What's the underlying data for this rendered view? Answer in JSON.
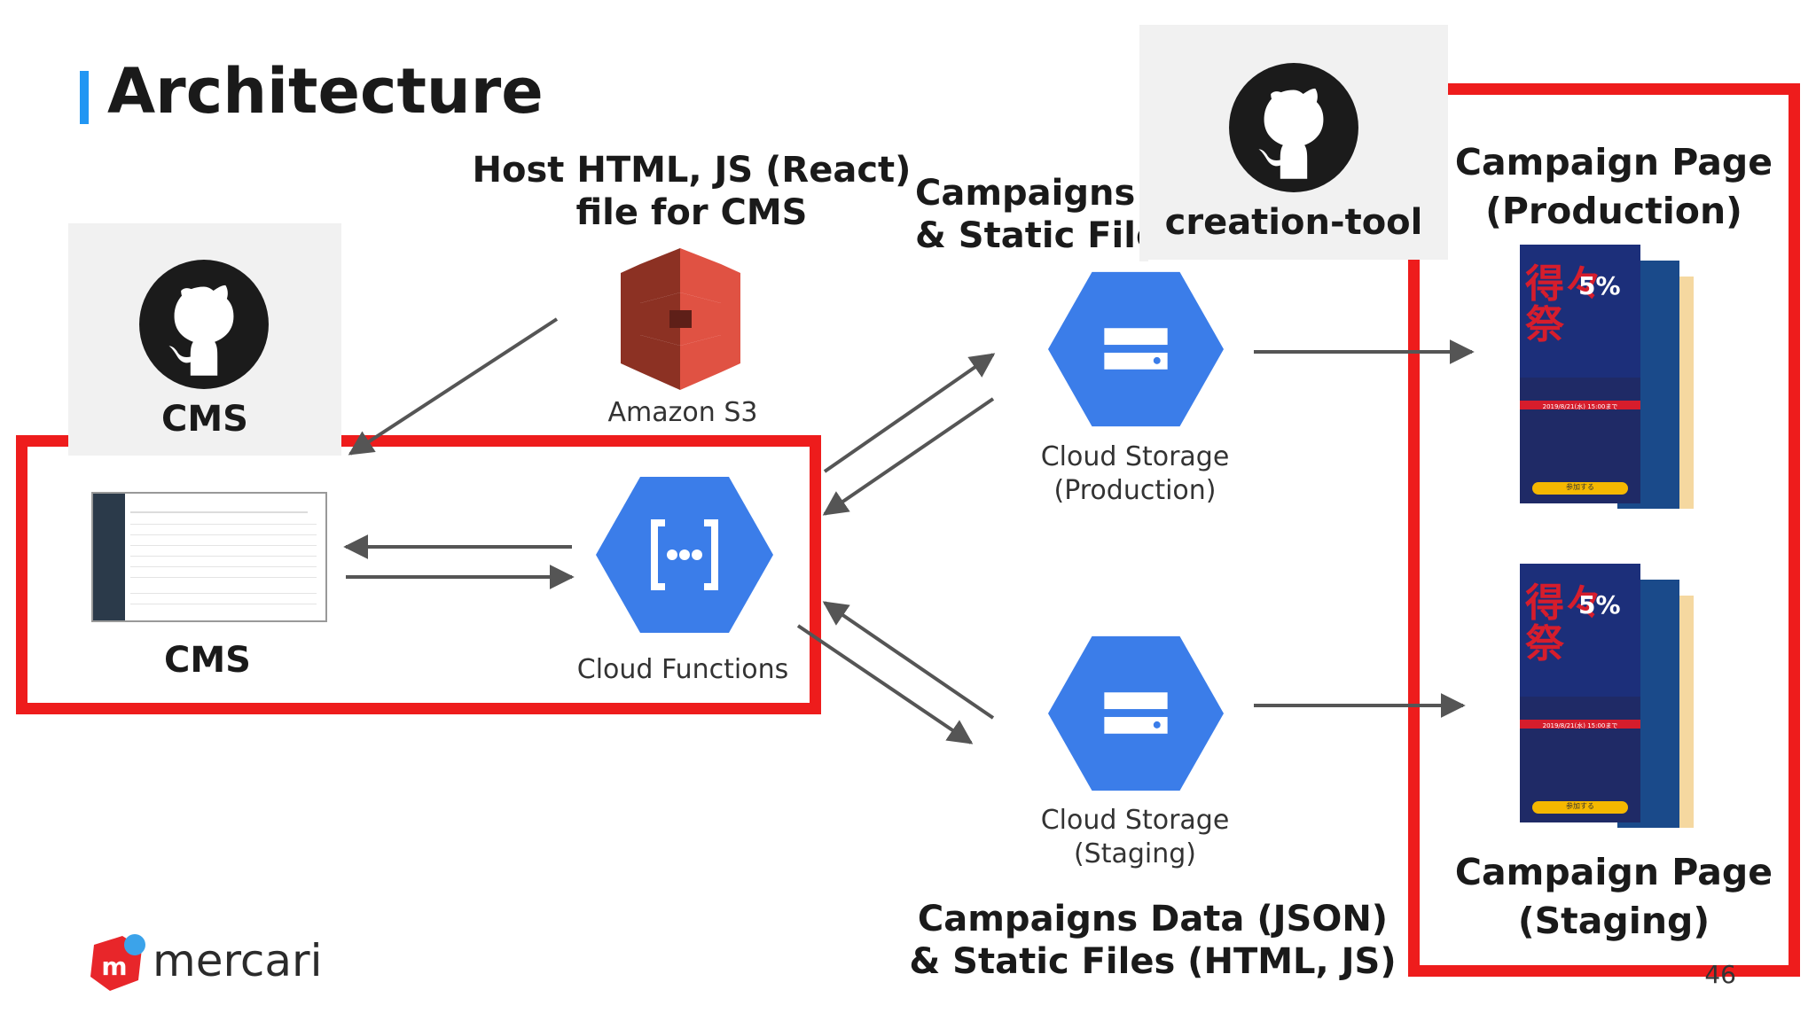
{
  "slide": {
    "title": "Architecture",
    "page_number": "46"
  },
  "cms_repo": {
    "label": "CMS"
  },
  "creation_repo": {
    "label": "creation-tool"
  },
  "s3": {
    "heading_line1": "Host HTML, JS (React)",
    "heading_line2": "file for CMS",
    "label": "Amazon S3"
  },
  "cms_app": {
    "label": "CMS"
  },
  "functions": {
    "label": "Cloud Functions"
  },
  "storage_prod": {
    "line1": "Cloud Storage",
    "line2": "(Production)"
  },
  "storage_staging": {
    "line1": "Cloud Storage",
    "line2": "(Staging)"
  },
  "top_data_heading": {
    "line1": "Campaigns I",
    "line2": "& Static Files"
  },
  "bottom_data_heading": {
    "line1": "Campaigns Data (JSON)",
    "line2": "& Static Files (HTML, JS)"
  },
  "campaign_prod": {
    "line1": "Campaign Page",
    "line2": "(Production)"
  },
  "campaign_staging": {
    "line1": "Campaign Page",
    "line2": "(Staging)"
  },
  "campaign_poster": {
    "big_text": "得々祭",
    "pct": "5%",
    "date": "2019/8/21(水) 15:00まで",
    "cta": "参加する"
  },
  "brand": {
    "logo_letter": "m",
    "name": "mercari"
  },
  "colors": {
    "accent_blue": "#2196f3",
    "frame_red": "#ee1c1c",
    "gcp_blue": "#3b7de9",
    "arrow_gray": "#555555"
  },
  "icons": [
    "github-icon",
    "amazon-s3-icon",
    "cloud-functions-icon",
    "cloud-storage-icon",
    "mercari-logo-icon"
  ]
}
